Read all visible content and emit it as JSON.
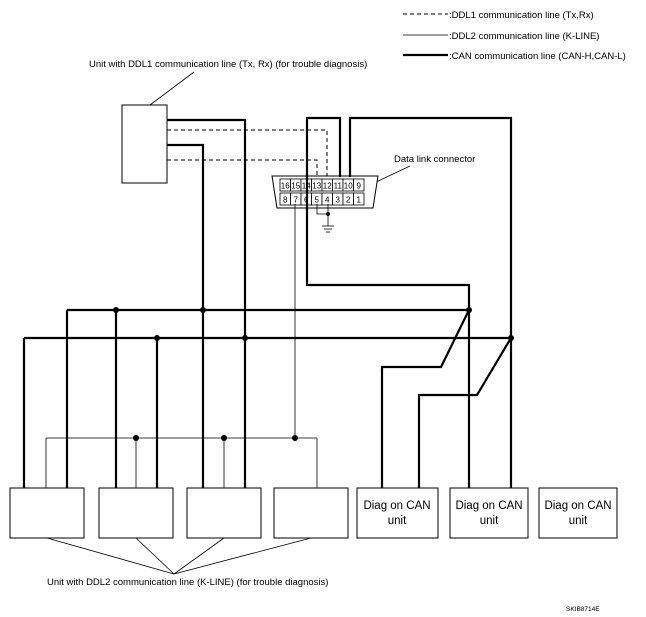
{
  "legend": {
    "ddl1": ":DDL1 communication line (Tx,Rx)",
    "ddl2": ":DDL2 communication line (K-LINE)",
    "can": ":CAN communication line (CAN-H,CAN-L)"
  },
  "labels": {
    "ddl1_unit": "Unit with DDL1 communication line (Tx, Rx) (for trouble diagnosis)",
    "data_link_connector": "Data link connector",
    "ddl2_units": "Unit with DDL2 communication line (K-LINE) (for trouble diagnosis)",
    "figure_id": "SKIB8714E"
  },
  "connector": {
    "top_pins": [
      "16",
      "15",
      "14",
      "13",
      "12",
      "11",
      "10",
      "9"
    ],
    "bottom_pins": [
      "8",
      "7",
      "6",
      "5",
      "4",
      "3",
      "2",
      "1"
    ]
  },
  "can_units": [
    {
      "line1": "Diag on CAN",
      "line2": "unit"
    },
    {
      "line1": "Diag on CAN",
      "line2": "unit"
    },
    {
      "line1": "Diag on CAN",
      "line2": "unit"
    }
  ]
}
